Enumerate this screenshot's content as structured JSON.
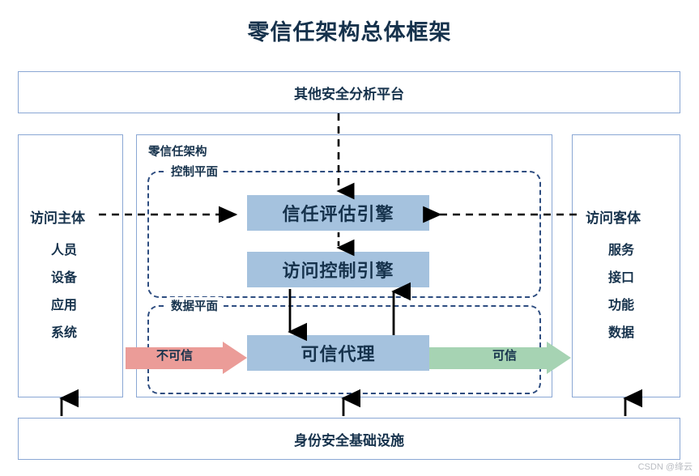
{
  "title": "零信任架构总体框架",
  "colors": {
    "title_text": "#16324c",
    "panel_border": "#8aa7d4",
    "plane_border": "#2e4d80",
    "engine_fill": "#a5c2de",
    "untrusted_arrow": "#eb9c98",
    "trusted_arrow": "#a6d3b3",
    "connector": "#000000",
    "watermark": "#b9bcc2"
  },
  "top_band": {
    "label": "其他安全分析平台"
  },
  "bottom_band": {
    "label": "身份安全基础设施"
  },
  "subject_panel": {
    "heading": "访问主体",
    "items": [
      {
        "label": "人员"
      },
      {
        "label": "设备"
      },
      {
        "label": "应用"
      },
      {
        "label": "系统"
      }
    ]
  },
  "object_panel": {
    "heading": "访问客体",
    "items": [
      {
        "label": "服务"
      },
      {
        "label": "接口"
      },
      {
        "label": "功能"
      },
      {
        "label": "数据"
      }
    ]
  },
  "architecture": {
    "label": "零信任架构",
    "control_plane": {
      "label": "控制平面",
      "boxes": [
        {
          "label": "信任评估引擎"
        },
        {
          "label": "访问控制引擎"
        }
      ]
    },
    "data_plane": {
      "label": "数据平面",
      "boxes": [
        {
          "label": "可信代理"
        }
      ],
      "flows": [
        {
          "label": "不可信",
          "color": "#eb9c98",
          "direction": "right"
        },
        {
          "label": "可信",
          "color": "#a6d3b3",
          "direction": "right"
        }
      ]
    }
  },
  "connectors": [
    {
      "name": "platform-to-trust-eval",
      "style": "dashed",
      "direction": "down"
    },
    {
      "name": "subject-to-control-plane",
      "style": "dashed",
      "direction": "right"
    },
    {
      "name": "object-to-trust-eval",
      "style": "dashed",
      "direction": "left"
    },
    {
      "name": "trust-eval-to-access-ctrl",
      "style": "dashed",
      "direction": "down"
    },
    {
      "name": "access-ctrl-to-proxy",
      "style": "solid",
      "direction": "down"
    },
    {
      "name": "proxy-to-access-ctrl",
      "style": "solid",
      "direction": "up"
    },
    {
      "name": "identity-to-subject",
      "style": "solid",
      "direction": "up"
    },
    {
      "name": "identity-to-architecture",
      "style": "solid",
      "direction": "up"
    },
    {
      "name": "identity-to-object",
      "style": "solid",
      "direction": "up"
    }
  ],
  "watermark": "CSDN @绛云"
}
